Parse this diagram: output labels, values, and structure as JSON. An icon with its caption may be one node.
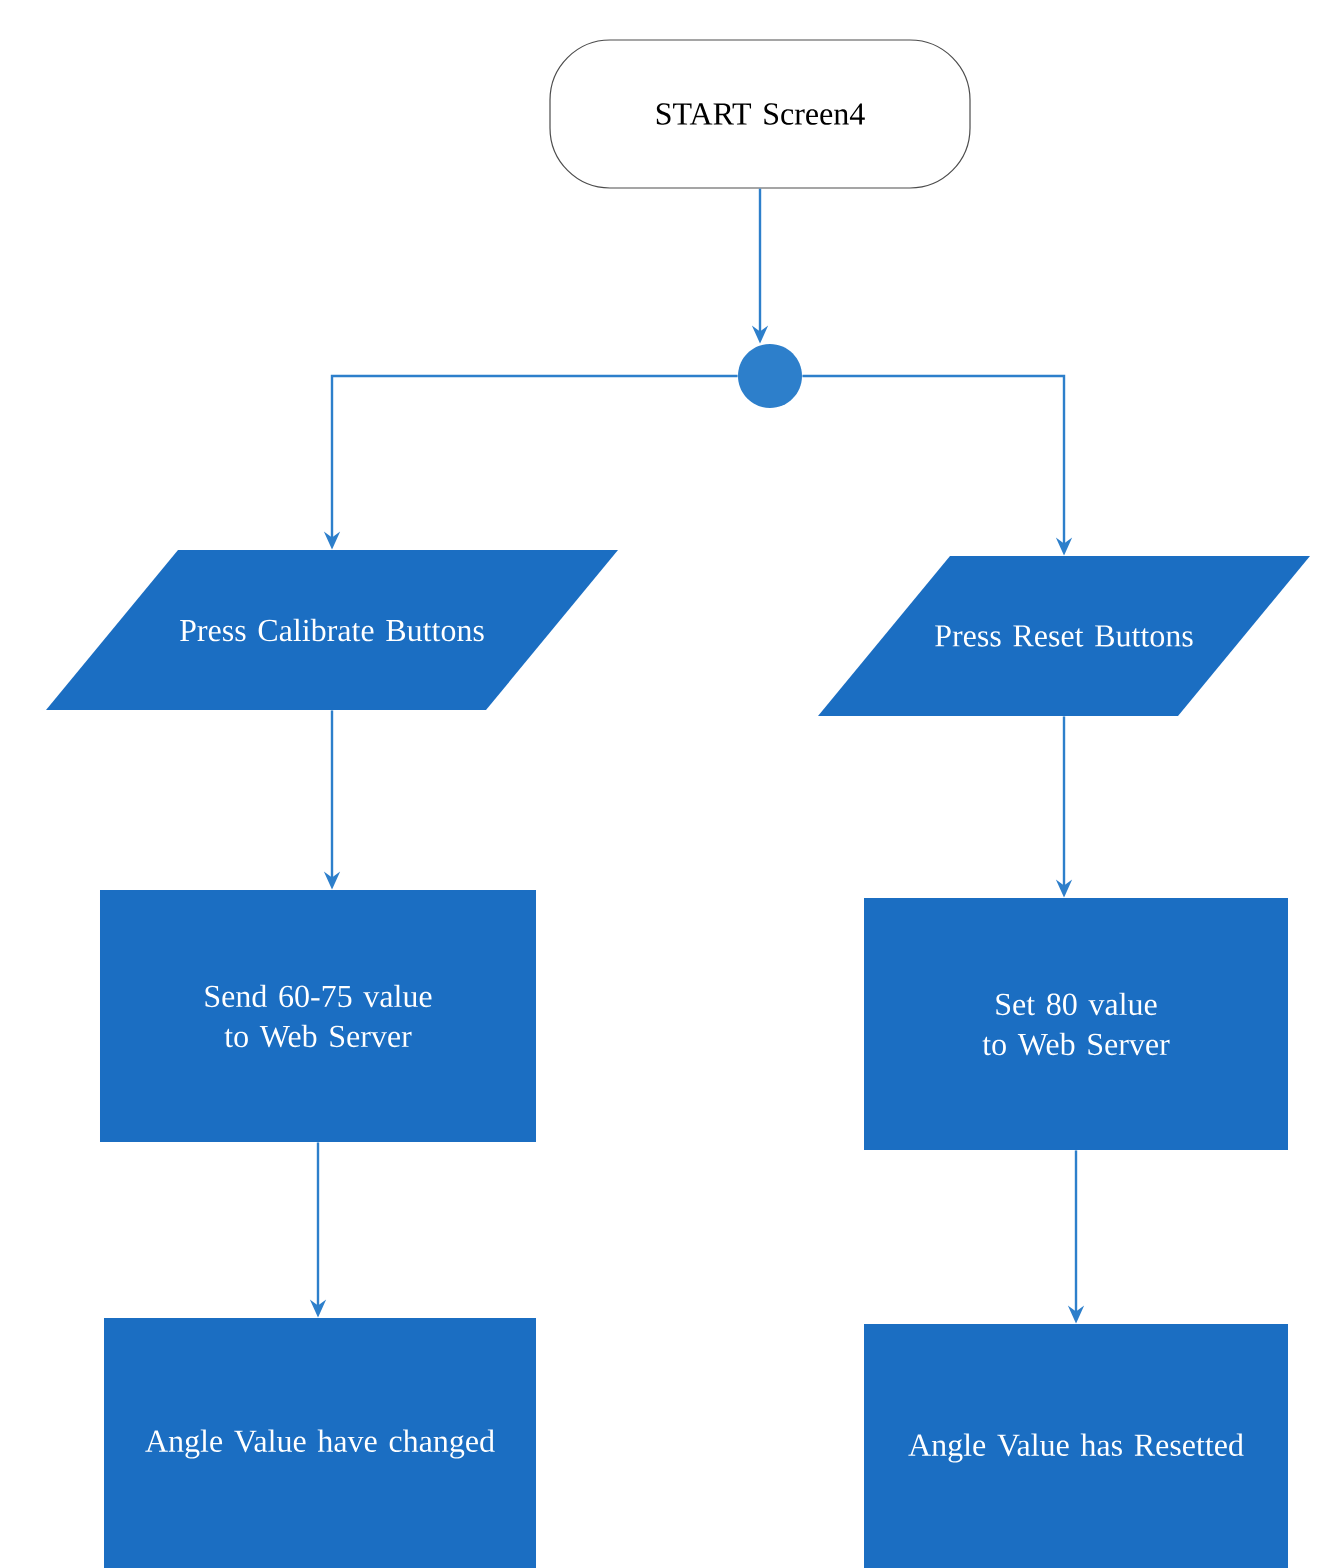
{
  "diagram": {
    "nodes": [
      {
        "text": [
          "START Screen4"
        ]
      },
      {
        "text": [],
        "shape": "circle"
      },
      {
        "text": [
          "Press Calibrate Buttons"
        ]
      },
      {
        "text": [
          "Press Reset Buttons"
        ]
      },
      {
        "text": [
          "Send 60-75 value to Web Server"
        ]
      },
      {
        "text": [
          "Set 80 value to Web Server"
        ]
      },
      {
        "text": [
          "Angle Value have changed"
        ]
      },
      {
        "text": [
          "Angle Value has Resetted"
        ]
      }
    ],
    "edges": [
      {
        "from": 0,
        "to": 1,
        "arrow": "to"
      },
      {
        "from": 1,
        "to": 2,
        "arrow": "to"
      },
      {
        "from": 1,
        "to": 3,
        "arrow": "to"
      },
      {
        "from": 2,
        "to": 4,
        "arrow": "to"
      },
      {
        "from": 3,
        "to": 5,
        "arrow": "to"
      },
      {
        "from": 4,
        "to": 6,
        "arrow": "to"
      },
      {
        "from": 5,
        "to": 7,
        "arrow": "to"
      }
    ]
  }
}
